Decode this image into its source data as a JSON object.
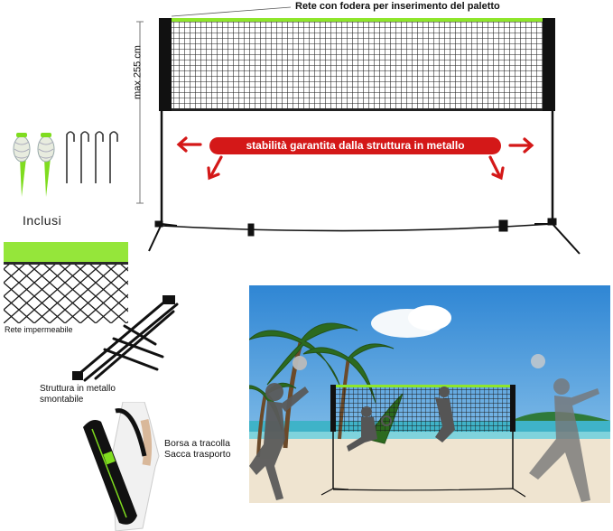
{
  "labels": {
    "net_sleeve": "Rete con fodera per inserimento del paletto",
    "max_height": "max 255 cm",
    "stability": "stabilità garantita dalla struttura in metallo",
    "included": "Inclusi",
    "waterproof_net": "Rete impermeabile",
    "frame_line1": "Struttura in metallo",
    "frame_line2": "smontabile",
    "bag_line1": "Borsa a tracolla",
    "bag_line2": "Sacca trasporto"
  },
  "colors": {
    "banner_red": "#d41818",
    "arrow_red": "#d41818",
    "net_green": "#8ee62a",
    "net_black": "#111111"
  },
  "icons": [
    "arrow-left-icon",
    "arrow-right-icon",
    "arrow-down-left-icon",
    "arrow-down-right-icon"
  ]
}
